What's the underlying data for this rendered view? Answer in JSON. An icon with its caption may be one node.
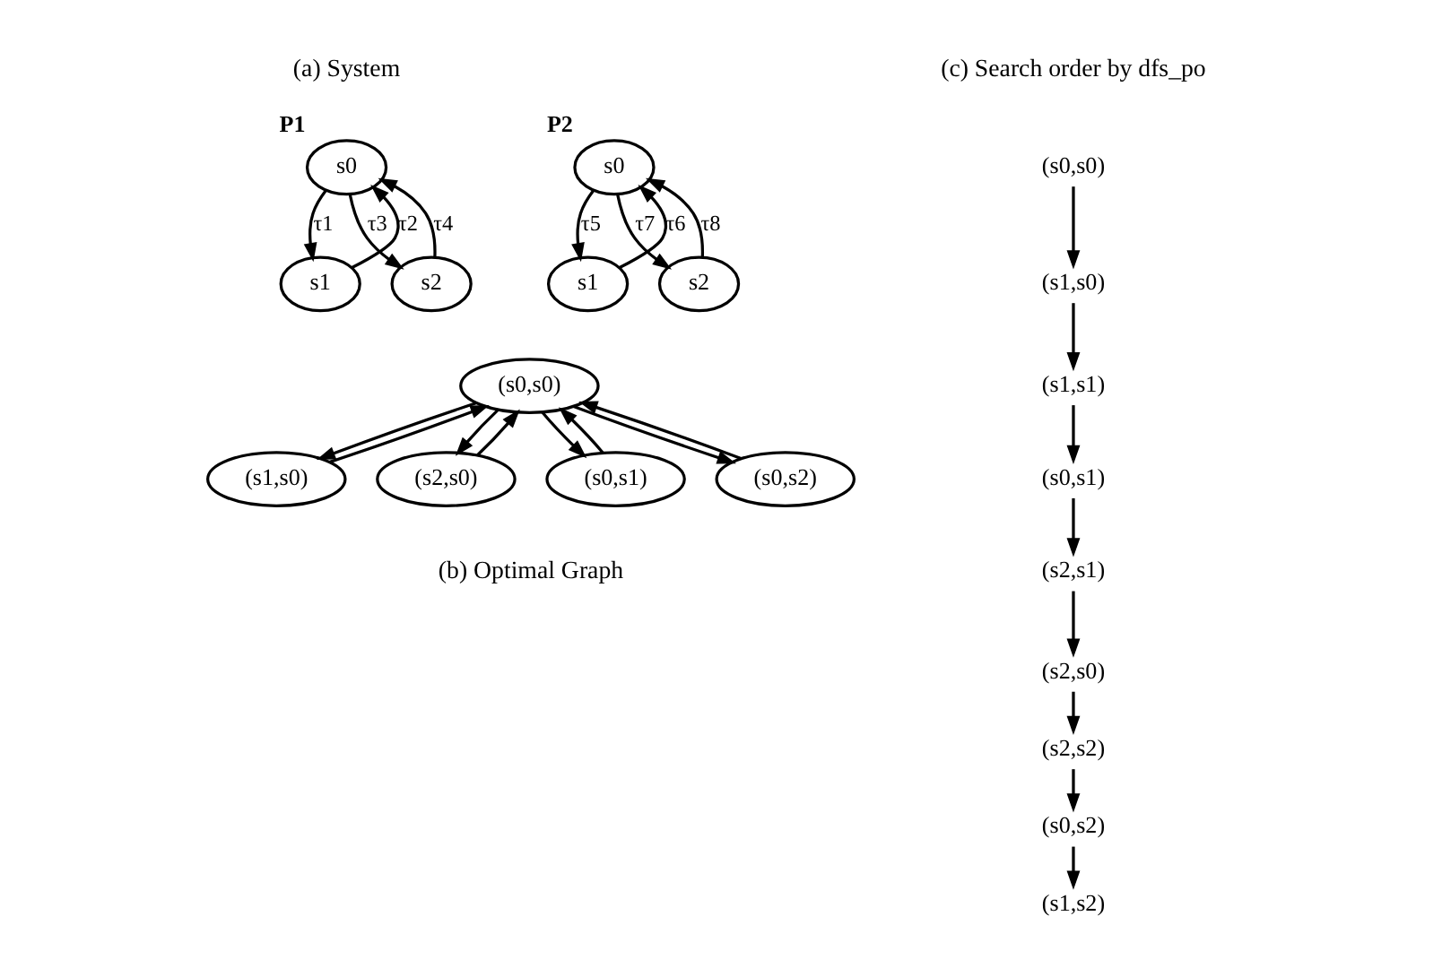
{
  "diagram": {
    "nodes": [
      {
        "text": [
          "s0"
        ],
        "beside": [
          "P1"
        ]
      },
      {
        "text": [
          "s1"
        ]
      },
      {
        "text": [
          "s2"
        ]
      },
      {
        "text": [
          "s0"
        ],
        "beside": [
          "P2"
        ]
      },
      {
        "text": [
          "s1"
        ]
      },
      {
        "text": [
          "s2"
        ]
      },
      {
        "text": [
          "(s0,s0)"
        ]
      },
      {
        "text": [
          "(s1,s0)"
        ]
      },
      {
        "text": [
          "(s2,s0)"
        ]
      },
      {
        "text": [
          "(s0,s1)"
        ]
      },
      {
        "text": [
          "(s0,s2)"
        ]
      },
      {
        "text": [
          "(s0,s0)"
        ]
      },
      {
        "text": [
          "(s1,s0)"
        ]
      },
      {
        "text": [
          "(s1,s1)"
        ]
      },
      {
        "text": [
          "(s0,s1)"
        ]
      },
      {
        "text": [
          "(s2,s1)"
        ]
      },
      {
        "text": [
          "(s2,s0)"
        ]
      },
      {
        "text": [
          "(s2,s2)"
        ]
      },
      {
        "text": [
          "(s0,s2)"
        ]
      },
      {
        "text": [
          "(s1,s2)"
        ]
      }
    ],
    "edges": [
      {
        "from": 0,
        "to": 1,
        "arrow": "to",
        "label": "τ1"
      },
      {
        "from": 1,
        "to": 0,
        "arrow": "to",
        "label": "τ2"
      },
      {
        "from": 0,
        "to": 2,
        "arrow": "to",
        "label": "τ3"
      },
      {
        "from": 2,
        "to": 0,
        "arrow": "to",
        "label": "τ4"
      },
      {
        "from": 3,
        "to": 4,
        "arrow": "to",
        "label": "τ5"
      },
      {
        "from": 4,
        "to": 3,
        "arrow": "to",
        "label": "τ6"
      },
      {
        "from": 3,
        "to": 5,
        "arrow": "to",
        "label": "τ7"
      },
      {
        "from": 5,
        "to": 3,
        "arrow": "to",
        "label": "τ8"
      },
      {
        "from": 6,
        "to": 7,
        "arrow": "to"
      },
      {
        "from": 7,
        "to": 6,
        "arrow": "to"
      },
      {
        "from": 6,
        "to": 8,
        "arrow": "to"
      },
      {
        "from": 8,
        "to": 6,
        "arrow": "to"
      },
      {
        "from": 9,
        "to": 6,
        "arrow": "to"
      },
      {
        "from": 6,
        "to": 9,
        "arrow": "to"
      },
      {
        "from": 6,
        "to": 10,
        "arrow": "to"
      },
      {
        "from": 10,
        "to": 6,
        "arrow": "to"
      },
      {
        "from": 11,
        "to": 12,
        "arrow": "to"
      },
      {
        "from": 12,
        "to": 13,
        "arrow": "to"
      },
      {
        "from": 13,
        "to": 14,
        "arrow": "to"
      },
      {
        "from": 14,
        "to": 15,
        "arrow": "to"
      },
      {
        "from": 15,
        "to": 16,
        "arrow": "to"
      },
      {
        "from": 16,
        "to": 17,
        "arrow": "to"
      },
      {
        "from": 17,
        "to": 18,
        "arrow": "to"
      },
      {
        "from": 18,
        "to": 19,
        "arrow": "to"
      }
    ],
    "labels": [
      "(a) System",
      "(c) Search order by dfs_po",
      "(b) Optimal Graph"
    ]
  }
}
